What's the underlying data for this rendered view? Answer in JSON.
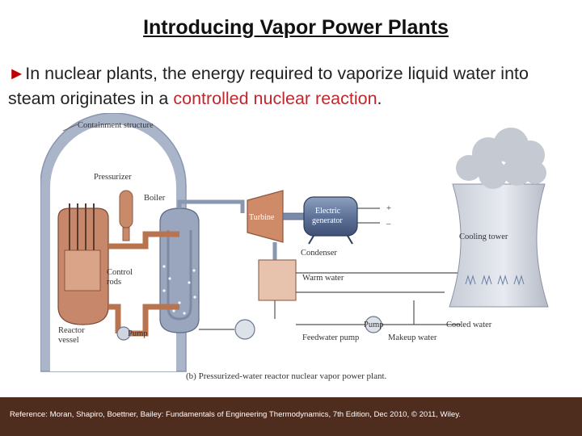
{
  "slide": {
    "title": "Introducing Vapor Power Plants",
    "bullet_glyph": "►",
    "text_part1": "In nuclear plants, the energy required to vaporize liquid water into steam originates in a ",
    "text_highlight": "controlled nuclear reaction",
    "text_end": ".",
    "highlight_color": "#c0272d"
  },
  "diagram": {
    "labels": {
      "containment": "Containment structure",
      "pressurizer": "Pressurizer",
      "boiler": "Boiler",
      "turbine": "Turbine",
      "generator_1": "Electric",
      "generator_2": "generator",
      "plus": "+",
      "minus": "–",
      "cooling_tower": "Cooling tower",
      "condenser": "Condenser",
      "control_1": "Control",
      "control_2": "rods",
      "warm_water": "Warm water",
      "reactor_1": "Reactor",
      "reactor_2": "vessel",
      "pump": "Pump",
      "feedwater_pump": "Feedwater pump",
      "pump2": "Pump",
      "makeup_water": "Makeup water",
      "cooled_water": "Cooled water",
      "caption": "(b) Pressurized-water reactor nuclear vapor power plant."
    }
  },
  "footer": {
    "reference": "Reference: Moran, Shapiro, Boettner, Bailey: Fundamentals of Engineering Thermodynamics, 7th Edition, Dec 2010, © 2011, Wiley."
  }
}
